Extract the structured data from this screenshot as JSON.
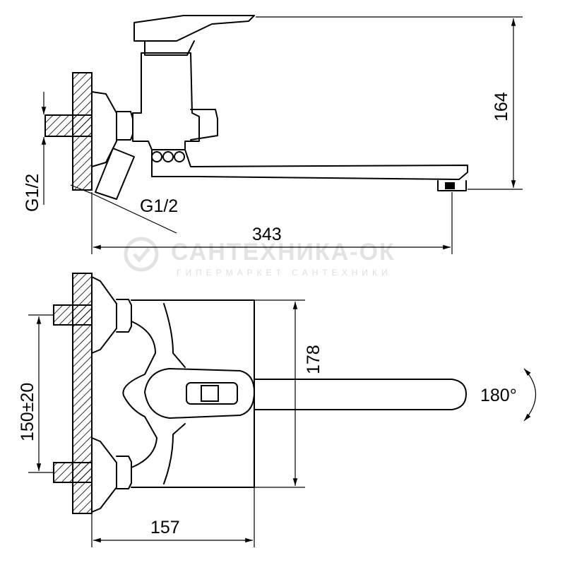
{
  "dimensions": {
    "height": "164",
    "length": "343",
    "thread_inlet": "G1/2",
    "thread_outlet": "G1/2",
    "depth": "178",
    "centers": "150±20",
    "projection": "157",
    "rotation": "180°"
  },
  "watermark": {
    "brand": "САНТЕХНИКА-ОК",
    "tagline": "ГИПЕРМАРКЕТ САНТЕХНИКИ"
  },
  "colors": {
    "line": "#000000",
    "watermark": "#e3e3e3"
  }
}
